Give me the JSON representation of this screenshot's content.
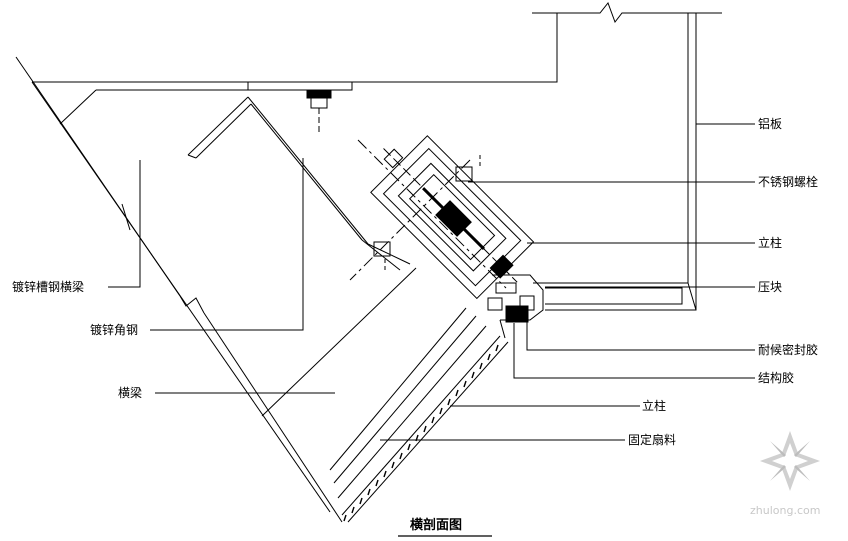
{
  "labels": {
    "lv_ban": "铝板",
    "bolt": "不锈钢螺栓",
    "mullion_right": "立柱",
    "press_block": "压块",
    "weather_seal": "耐候密封胶",
    "struct_glue": "结构胶",
    "mullion_lower": "立柱",
    "fixed_panel": "固定扇料",
    "channel_beam": "镀锌槽钢横梁",
    "angle_steel": "镀锌角钢",
    "cross_beam": "横梁"
  },
  "title": "横剖面图",
  "watermark": {
    "text": "zhulong.com",
    "icon": "zhulong-logo-icon"
  }
}
